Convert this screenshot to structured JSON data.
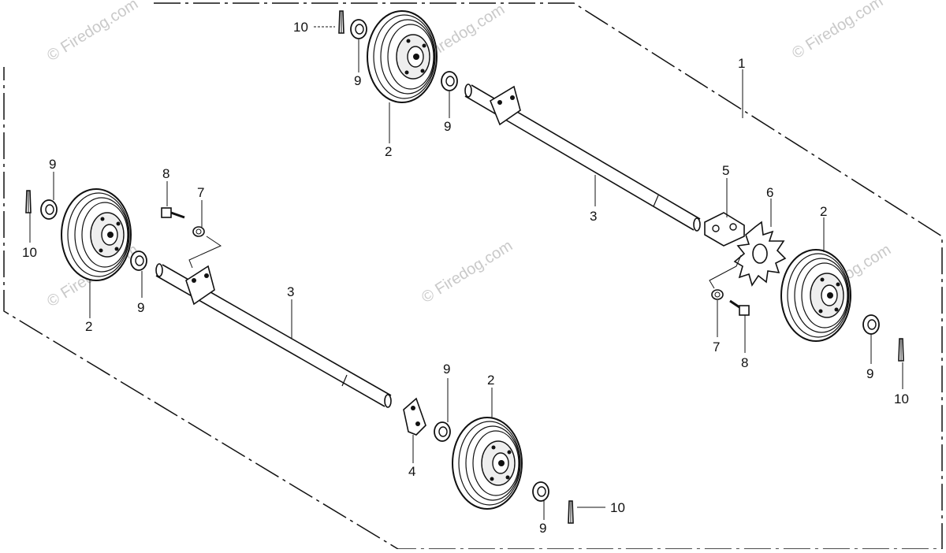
{
  "watermark": {
    "text": "© Firedog.com"
  },
  "callouts": {
    "c1": "1",
    "c2a": "2",
    "c2b": "2",
    "c2c": "2",
    "c2d": "2",
    "c3a": "3",
    "c3b": "3",
    "c4": "4",
    "c5": "5",
    "c6": "6",
    "c7a": "7",
    "c7b": "7",
    "c8a": "8",
    "c8b": "8",
    "c9a": "9",
    "c9b": "9",
    "c9c": "9",
    "c9d": "9",
    "c9e": "9",
    "c9f": "9",
    "c10a": "10",
    "c10b": "10",
    "c10c": "10",
    "c10d": "10"
  }
}
